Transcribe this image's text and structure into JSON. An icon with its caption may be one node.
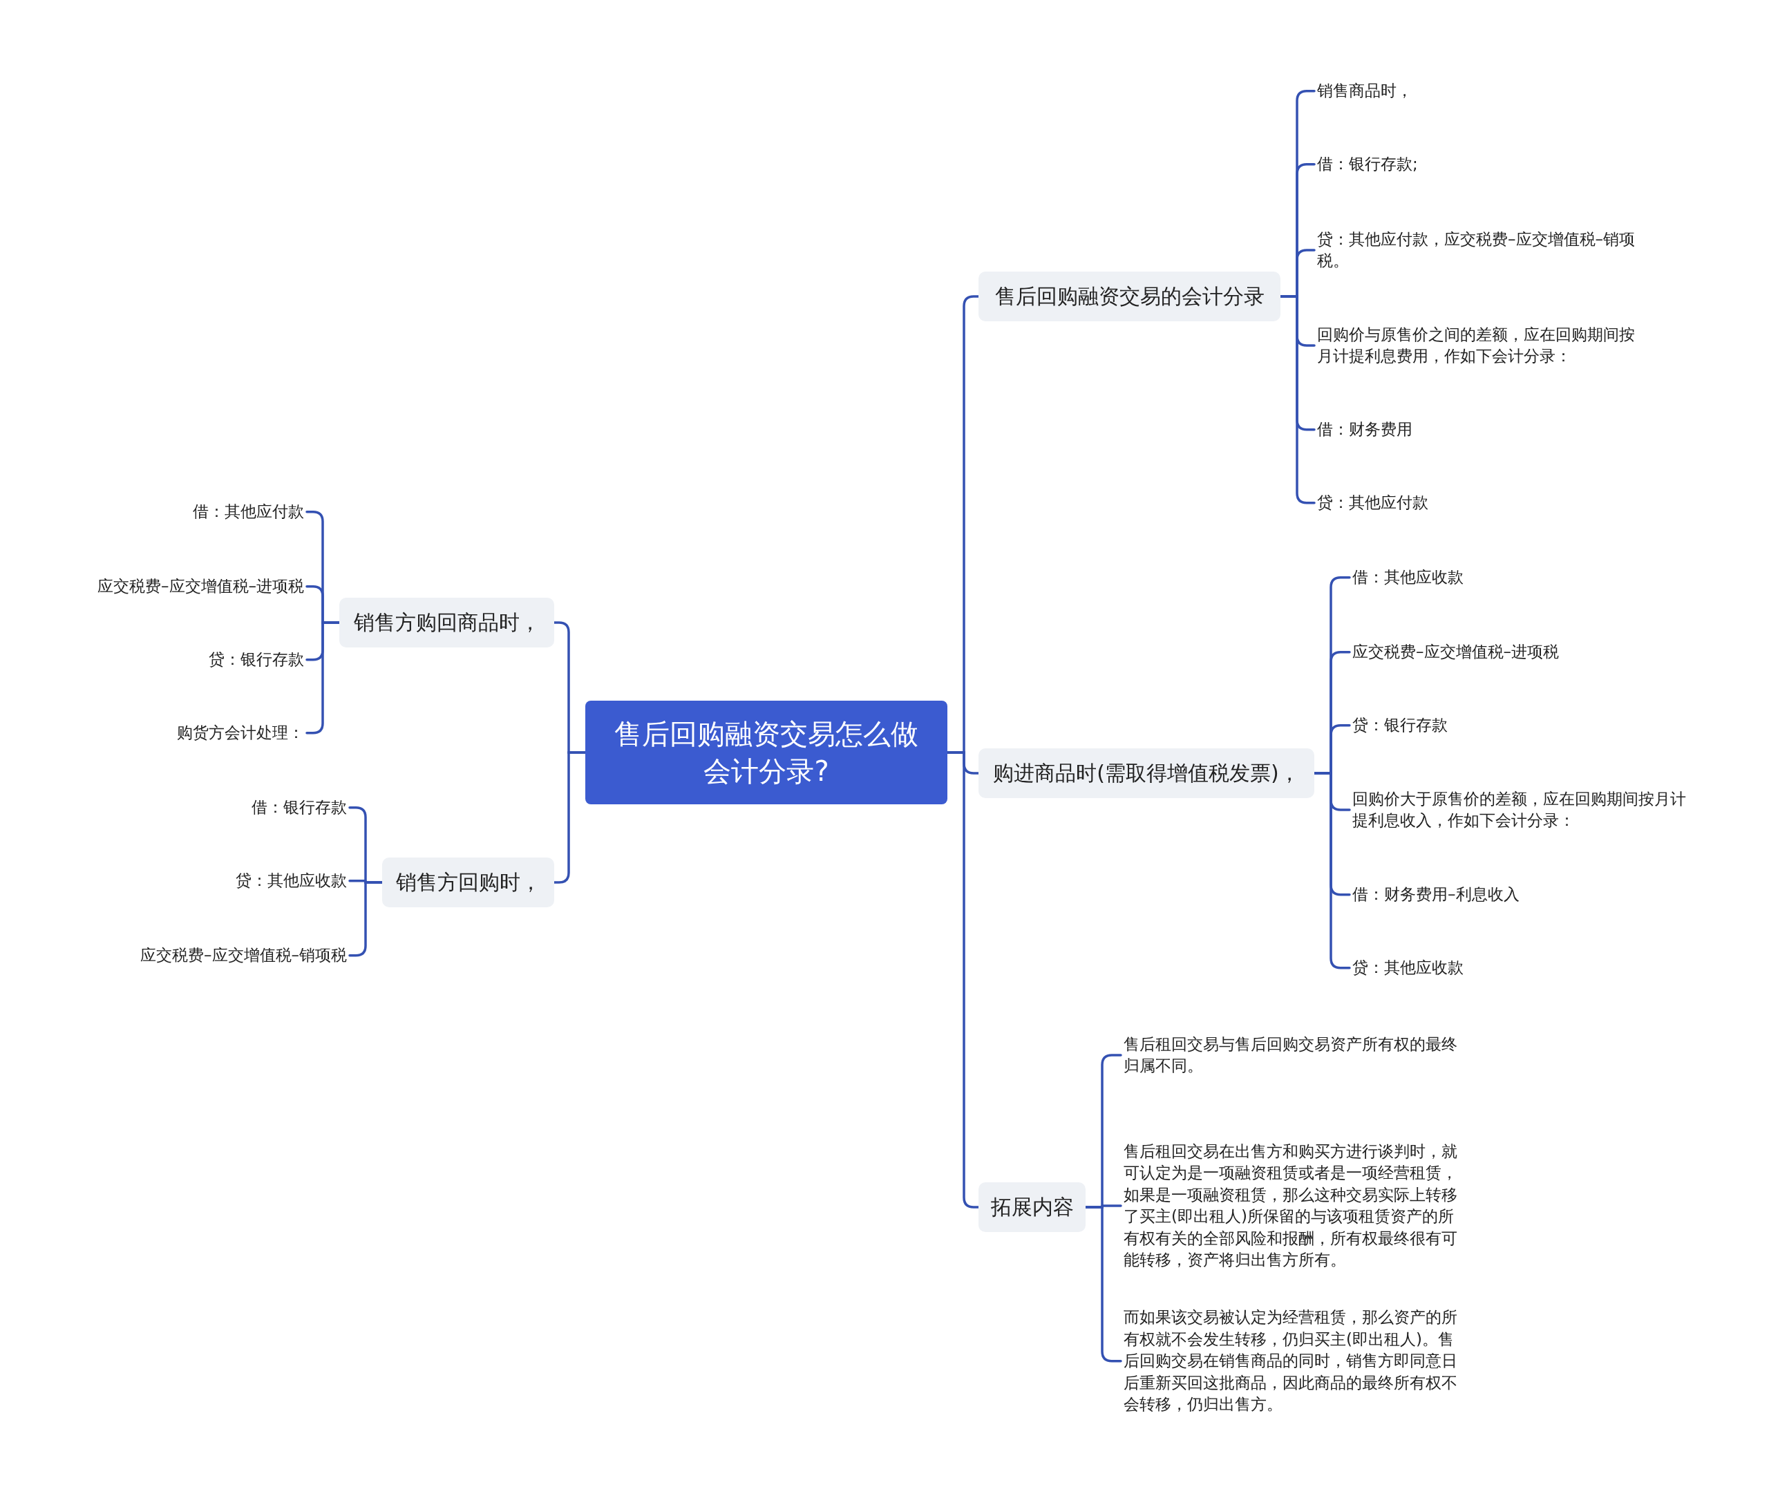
{
  "diagram": {
    "nodes": [
      {
        "text": [
          "售后回购融资交易怎么做会计分录?"
        ]
      },
      {
        "text": [
          "售后回购融资交易的会计分录"
        ]
      },
      {
        "text": [
          "销售商品时，"
        ]
      },
      {
        "text": [
          "借：银行存款;"
        ]
      },
      {
        "text": [
          "贷：其他应付款，应交税费–应交增值税–销项税。"
        ]
      },
      {
        "text": [
          "回购价与原售价之间的差额，应在回购期间按月计提利息费用，作如下会计分录："
        ]
      },
      {
        "text": [
          "借：财务费用"
        ]
      },
      {
        "text": [
          "贷：其他应付款"
        ]
      },
      {
        "text": [
          "购进商品时(需取得增值税发票)，"
        ]
      },
      {
        "text": [
          "借：其他应收款"
        ]
      },
      {
        "text": [
          "应交税费–应交增值税–进项税"
        ]
      },
      {
        "text": [
          "贷：银行存款"
        ]
      },
      {
        "text": [
          "回购价大于原售价的差额，应在回购期间按月计提利息收入，作如下会计分录："
        ]
      },
      {
        "text": [
          "借：财务费用–利息收入"
        ]
      },
      {
        "text": [
          "贷：其他应收款"
        ]
      },
      {
        "text": [
          "拓展内容"
        ]
      },
      {
        "text": [
          "售后租回交易与售后回购交易资产所有权的最终归属不同。"
        ]
      },
      {
        "text": [
          "售后租回交易在出售方和购买方进行谈判时，就可认定为是一项融资租赁或者是一项经营租赁，如果是一项融资租赁，那么这种交易实际上转移了买主(即出租人)所保留的与该项租赁资产的所有权有关的全部风险和报酬，所有权最终很有可能转移，资产将归出售方所有。"
        ]
      },
      {
        "text": [
          "而如果该交易被认定为经营租赁，那么资产的所有权就不会发生转移，仍归买主(即出租人)。售后回购交易在销售商品的同时，销售方即同意日后重新买回这批商品，因此商品的最终所有权不会转移，仍归出售方。"
        ]
      },
      {
        "text": [
          "销售方购回商品时，"
        ]
      },
      {
        "text": [
          "借：其他应付款"
        ]
      },
      {
        "text": [
          "应交税费–应交增值税–进项税"
        ]
      },
      {
        "text": [
          "贷：银行存款"
        ]
      },
      {
        "text": [
          "购货方会计处理："
        ]
      },
      {
        "text": [
          "销售方回购时，"
        ]
      },
      {
        "text": [
          "借：银行存款"
        ]
      },
      {
        "text": [
          "贷：其他应收款"
        ]
      },
      {
        "text": [
          "应交税费–应交增值税–销项税"
        ]
      }
    ],
    "edges": [
      {
        "from": 0,
        "to": 1,
        "arrow": "none"
      },
      {
        "from": 1,
        "to": 2,
        "arrow": "none"
      },
      {
        "from": 1,
        "to": 3,
        "arrow": "none"
      },
      {
        "from": 1,
        "to": 4,
        "arrow": "none"
      },
      {
        "from": 1,
        "to": 5,
        "arrow": "none"
      },
      {
        "from": 1,
        "to": 6,
        "arrow": "none"
      },
      {
        "from": 1,
        "to": 7,
        "arrow": "none"
      },
      {
        "from": 0,
        "to": 8,
        "arrow": "none"
      },
      {
        "from": 8,
        "to": 9,
        "arrow": "none"
      },
      {
        "from": 8,
        "to": 10,
        "arrow": "none"
      },
      {
        "from": 8,
        "to": 11,
        "arrow": "none"
      },
      {
        "from": 8,
        "to": 12,
        "arrow": "none"
      },
      {
        "from": 8,
        "to": 13,
        "arrow": "none"
      },
      {
        "from": 8,
        "to": 14,
        "arrow": "none"
      },
      {
        "from": 0,
        "to": 15,
        "arrow": "none"
      },
      {
        "from": 15,
        "to": 16,
        "arrow": "none"
      },
      {
        "from": 15,
        "to": 17,
        "arrow": "none"
      },
      {
        "from": 15,
        "to": 18,
        "arrow": "none"
      },
      {
        "from": 0,
        "to": 19,
        "arrow": "none"
      },
      {
        "from": 19,
        "to": 20,
        "arrow": "none"
      },
      {
        "from": 19,
        "to": 21,
        "arrow": "none"
      },
      {
        "from": 19,
        "to": 22,
        "arrow": "none"
      },
      {
        "from": 19,
        "to": 23,
        "arrow": "none"
      },
      {
        "from": 0,
        "to": 24,
        "arrow": "none"
      },
      {
        "from": 24,
        "to": 25,
        "arrow": "none"
      },
      {
        "from": 24,
        "to": 26,
        "arrow": "none"
      },
      {
        "from": 24,
        "to": 27,
        "arrow": "none"
      }
    ]
  }
}
